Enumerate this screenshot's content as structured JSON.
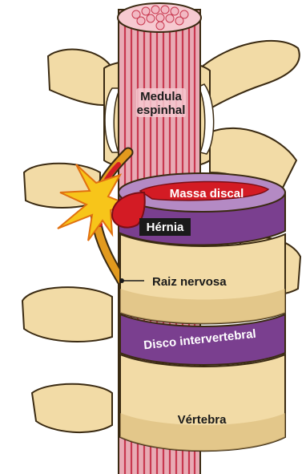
{
  "labels": {
    "spinal_cord_line1": "Medula",
    "spinal_cord_line2": "espinhal",
    "disc_mass": "Massa discal",
    "hernia": "Hérnia",
    "nerve_root": "Raiz nervosa",
    "intervertebral_disc": "Disco intervertebral",
    "vertebra": "Vértebra"
  },
  "colors": {
    "bone": "#f2dba6",
    "bone_shadow": "#d9b978",
    "bone_outline": "#3a2a12",
    "spinal_cord": "#e8aab4",
    "spinal_cord_stripe": "#c8384f",
    "disc": "#7a3f8f",
    "disc_top": "#b48ac4",
    "hernia_red": "#d31b24",
    "nerve_orange": "#e29a1e",
    "pain_burst": "#f7c51a"
  }
}
